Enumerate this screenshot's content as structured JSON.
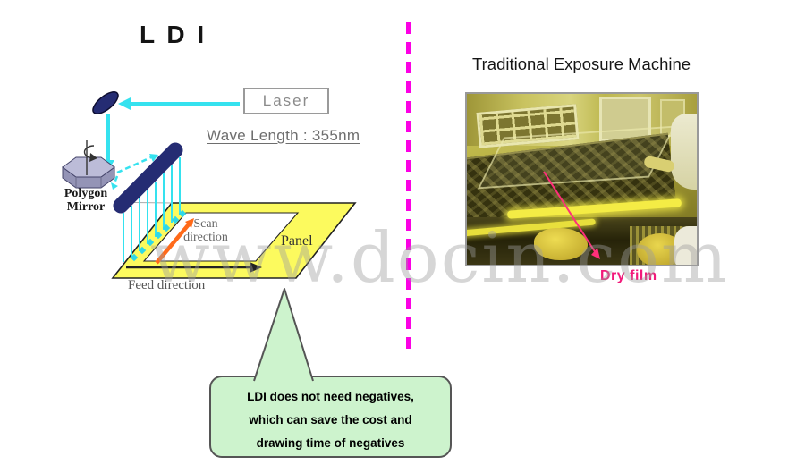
{
  "slide": {
    "left_title": "L D I",
    "right_title": "Traditional Exposure Machine"
  },
  "ldi_diagram": {
    "laser_label": "Laser",
    "wavelength_label": "Wave Length : 355nm",
    "polygon_mirror_line1": "Polygon",
    "polygon_mirror_line2": "Mirror",
    "scan_direction_line1": "Scan",
    "scan_direction_line2": "direction",
    "panel_label": "Panel",
    "feed_direction_label": "Feed direction"
  },
  "photo": {
    "caption": "Dry film"
  },
  "callout": {
    "line1": "LDI does not need negatives,",
    "line2": "which can save the cost and",
    "line3": "drawing time of negatives"
  },
  "watermark": "www.docin.com",
  "colors": {
    "beam_cyan": "#35e2ef",
    "mirror_navy": "#252c73",
    "panel_yellow": "#fcfa5e",
    "scan_arrow_orange": "#ff6a1a",
    "divider_magenta": "#fb00e4",
    "dry_film_pink": "#f2197a",
    "callout_green": "#cdf3cd"
  }
}
